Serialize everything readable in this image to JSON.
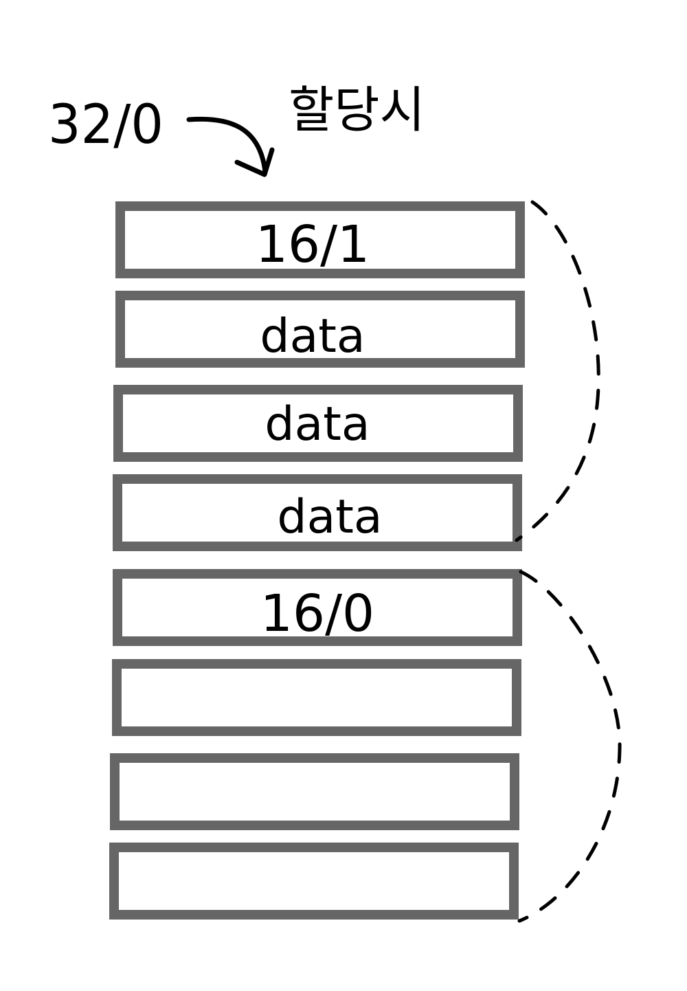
{
  "annotation": {
    "request_label": "32/0",
    "request_caption": "할당시"
  },
  "blocks": [
    {
      "label": "16/1"
    },
    {
      "label": "data"
    },
    {
      "label": "data"
    },
    {
      "label": "data"
    },
    {
      "label": "16/0"
    },
    {
      "label": ""
    },
    {
      "label": ""
    },
    {
      "label": ""
    }
  ],
  "colors": {
    "block_border": "#666666",
    "ink": "#000000",
    "background": "#ffffff"
  }
}
